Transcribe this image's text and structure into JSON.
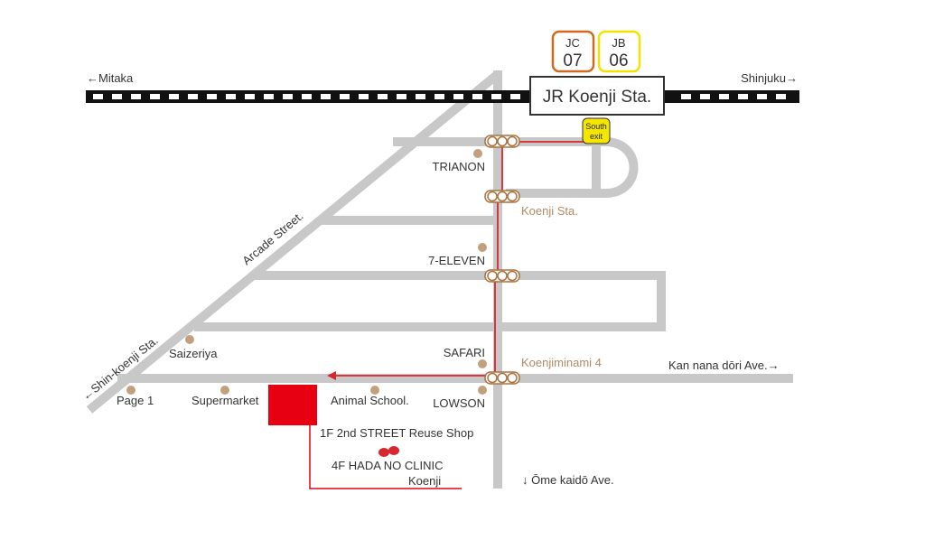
{
  "stations": {
    "main": "JR Koenji Sta.",
    "line_codes": [
      {
        "line": "JC",
        "num": "07",
        "color": "#d06a1f"
      },
      {
        "line": "JB",
        "num": "06",
        "color": "#f2e200"
      }
    ],
    "exit": {
      "line1": "South",
      "line2": "exit"
    }
  },
  "directions": {
    "mitaka": "←Mitaka",
    "shinjuku": "Shinjuku→",
    "shin_koenji": "←Shin-koenji Sta.",
    "kan_nana": "Kan nana dōri Ave.→",
    "ome": "↓ Ōme kaidō Ave."
  },
  "streets": {
    "arcade": "Arcade Street."
  },
  "intersections": {
    "koenji_sta": "Koenji Sta.",
    "koenjiminami": "Koenjiminami 4"
  },
  "landmarks": {
    "trianon": "TRIANON",
    "seven_eleven": "7-ELEVEN",
    "safari": "SAFARI",
    "lowson": "LOWSON",
    "saizeriya": "Saizeriya",
    "page1": "Page 1",
    "supermarket": "Supermarket",
    "animal_school": "Animal School."
  },
  "destination": {
    "floor1": "1F 2nd STREET Reuse Shop",
    "floor4": "4F HADA NO CLINIC",
    "branch": "Koenji"
  },
  "colors": {
    "road": "#c8c8c8",
    "route": "#d7262e",
    "landmark": "#c2a07e",
    "label_brown": "#b08a64",
    "destination": "#e60012",
    "exit_fill": "#f5e600"
  }
}
